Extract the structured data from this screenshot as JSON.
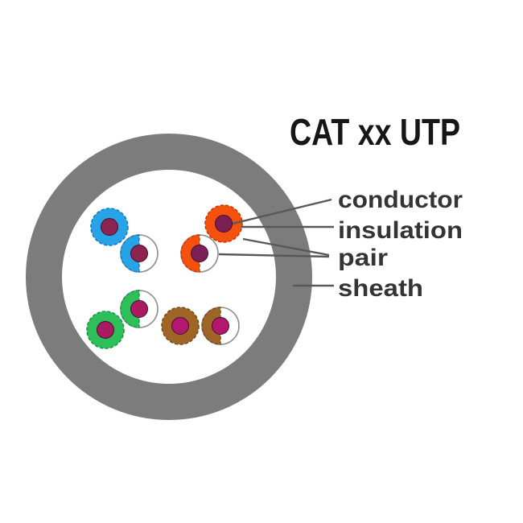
{
  "title": "CAT xx UTP",
  "legend": {
    "conductor": "conductor",
    "insulation": "insulation",
    "pair": "pair",
    "sheath": "sheath"
  },
  "colors": {
    "background": "#ffffff",
    "sheath": "#7c7c7c",
    "interior": "#ffffff",
    "pointer_line": "#585858",
    "label_text": "#343434",
    "title_text": "#161616",
    "striped_outline": "#8f8f8f",
    "conductor_dot_outline": "#40102d"
  },
  "wire_pairs": [
    {
      "id": "blue",
      "insulation_color": "#28a3e6",
      "insulation_edge": "#0d7cc4",
      "conductor_color": "#8d2351"
    },
    {
      "id": "orange",
      "insulation_color": "#f4510e",
      "insulation_edge": "#c13a03",
      "conductor_color": "#7b1f55"
    },
    {
      "id": "green",
      "insulation_color": "#2fbf5a",
      "insulation_edge": "#119a3e",
      "conductor_color": "#ab1b5f"
    },
    {
      "id": "brown",
      "insulation_color": "#9f6527",
      "insulation_edge": "#784a14",
      "conductor_color": "#b2186d"
    }
  ]
}
